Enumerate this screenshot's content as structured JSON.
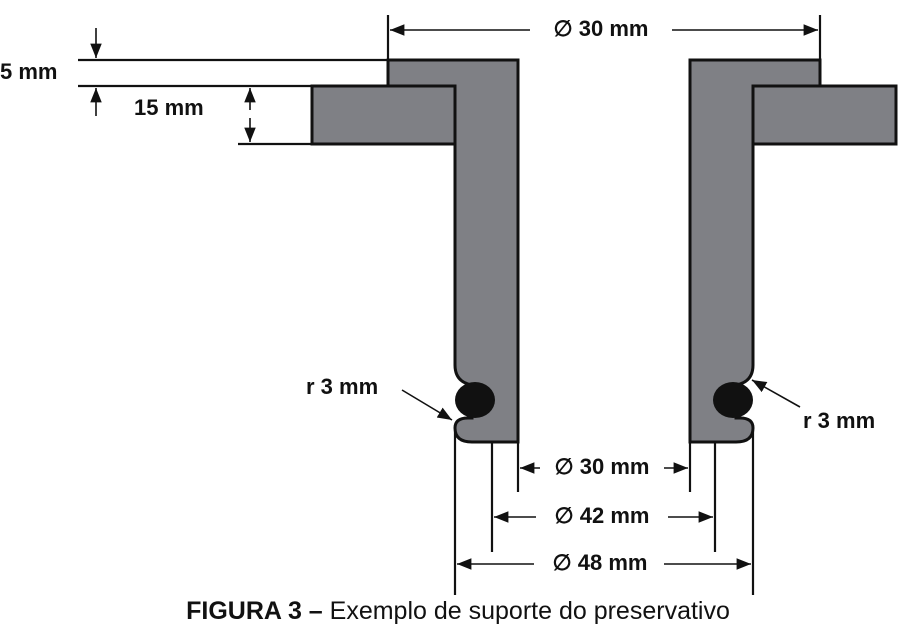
{
  "labels": {
    "top_diameter": "∅ 30 mm",
    "rim_height": "5 mm",
    "flange_height": "15 mm",
    "radius_left": "r 3 mm",
    "radius_right": "r 3 mm",
    "inner_diameter": "∅ 30 mm",
    "groove_diameter": "∅ 42 mm",
    "outer_diameter": "∅ 48 mm"
  },
  "caption": {
    "figure_label": "FIGURA 3",
    "separator": " – ",
    "text": "Exemplo de suporte do preservativo"
  },
  "colors": {
    "part_fill": "#7f8085",
    "outline": "#111111",
    "background": "#ffffff"
  }
}
